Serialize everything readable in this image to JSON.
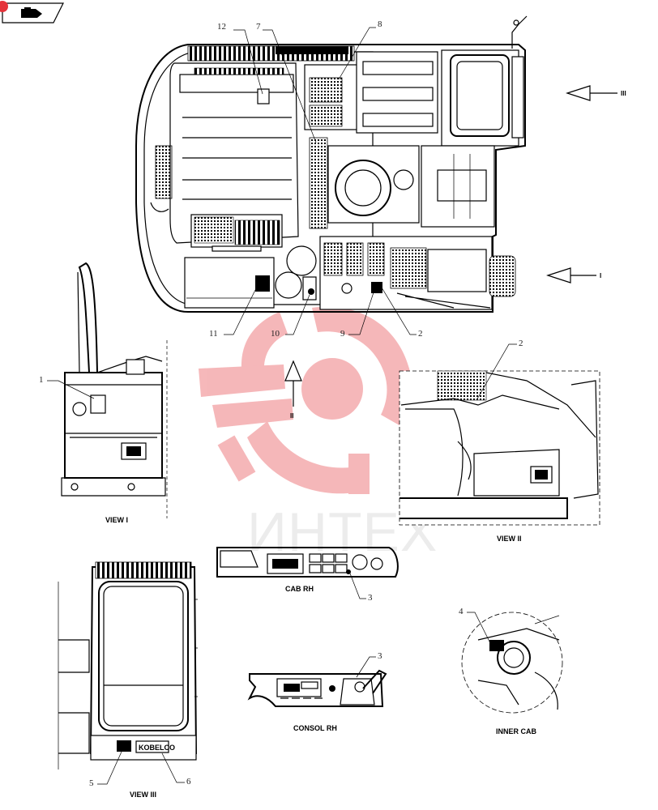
{
  "watermark": {
    "text": "ИНТЕХ",
    "color": "#e5333a"
  },
  "views": {
    "view1": "VIEW I",
    "view2": "VIEW II",
    "view3": "VIEW III",
    "cab_rh": "CAB RH",
    "consol_rh": "CONSOL RH",
    "inner_cab": "INNER CAB"
  },
  "view_arrows": {
    "arrow_iii": "III",
    "arrow_i": "I",
    "arrow_ii": "II"
  },
  "callouts": {
    "c12": "12",
    "c7": "7",
    "c8": "8",
    "c11": "11",
    "c10": "10",
    "c9": "9",
    "c2_top": "2",
    "c1": "1",
    "c2_view2": "2",
    "c3_cab": "3",
    "c3_consol": "3",
    "c4": "4",
    "c5": "5",
    "c6": "6"
  },
  "brand_plate": "KOBELCO",
  "icons": [
    "back-arrow-icon",
    "red-badge-icon"
  ]
}
